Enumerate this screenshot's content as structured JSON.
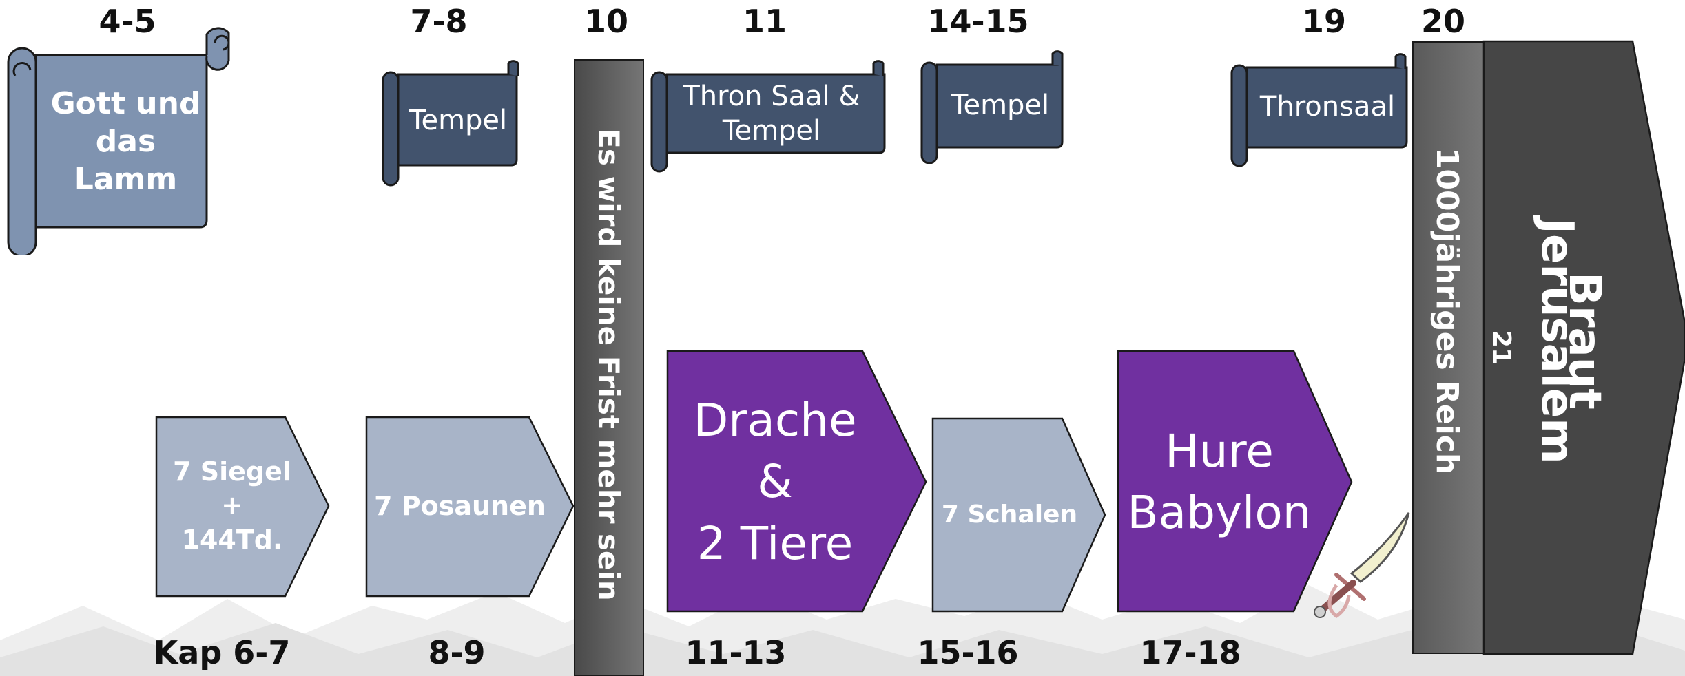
{
  "chapters": {
    "top": [
      "4-5",
      "7-8",
      "10",
      "11",
      "14-15",
      "19",
      "20"
    ],
    "bottom": [
      "Kap 6-7",
      "8-9",
      "11-13",
      "15-16",
      "17-18"
    ]
  },
  "scrolls": {
    "gott": "Gott und das Lamm",
    "tempel1": "Tempel",
    "thron_tempel": "Thron Saal & Tempel",
    "tempel2": "Tempel",
    "thronsaal": "Thronsaal"
  },
  "events": {
    "siegel": "7 Siegel\n+\n144Td.",
    "posaunen": "7 Posaunen",
    "drache": "Drache\n&\n2 Tiere",
    "schalen": "7 Schalen",
    "hure": "Hure\nBabylon"
  },
  "bars": {
    "frist": "Es wird keine Frist mehr sein",
    "reich": "1000jähriges Reich",
    "braut_line1": "Braut",
    "braut_line2": "Jerusalem",
    "braut_chapter": "21"
  },
  "colors": {
    "scroll_light": "#7f93b0",
    "scroll_dark": "#42536d",
    "event_light": "#a8b4c8",
    "event_purple": "#7030a0",
    "bar_gray": "#646464",
    "bar_dark": "#464646"
  }
}
